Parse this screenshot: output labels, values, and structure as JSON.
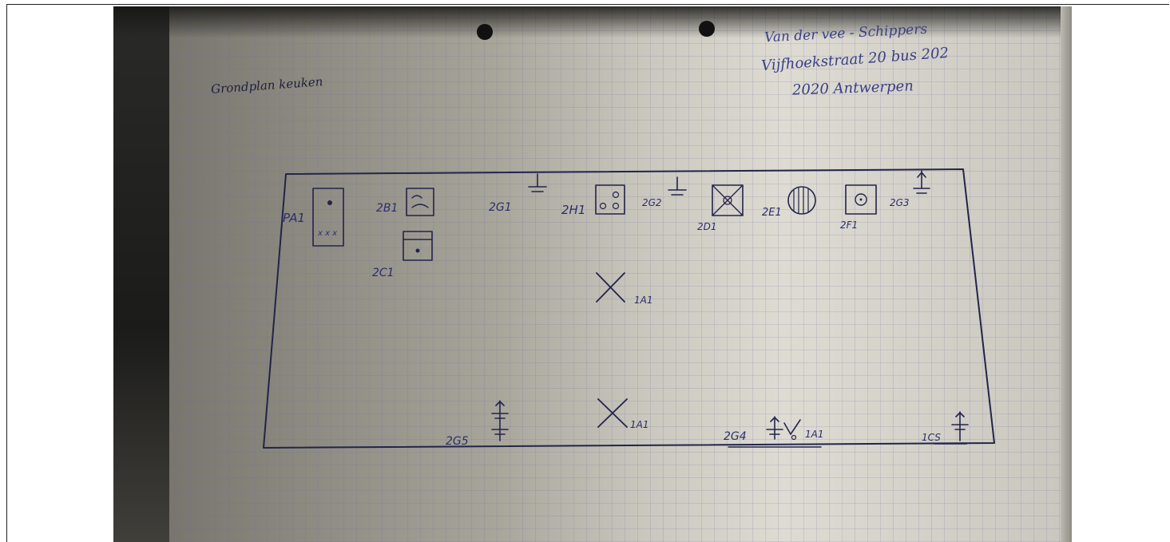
{
  "page_title": "Grondplan keuken",
  "address": {
    "line1": "Van der vee - Schippers",
    "line2": "Vijfhoekstraat 20 bus 202",
    "line3": "2020 Antwerpen"
  },
  "labels": {
    "a1": "PA1",
    "b1": "2B1",
    "c1": "2C1",
    "g1": "2G1",
    "h1": "2H1",
    "g2": "2G2",
    "d1": "2D1",
    "e1": "2E1",
    "f1": "2F1",
    "g3": "2G3",
    "center_a1": "1A1",
    "bottom_a1": "1A1",
    "g5": "2G5",
    "g4": "2G4",
    "side_a1": "1A1",
    "s1": "1CS"
  },
  "colors": {
    "ink": "#22244a",
    "text": "#2a2f6a",
    "grid": "#a9a7c4"
  }
}
